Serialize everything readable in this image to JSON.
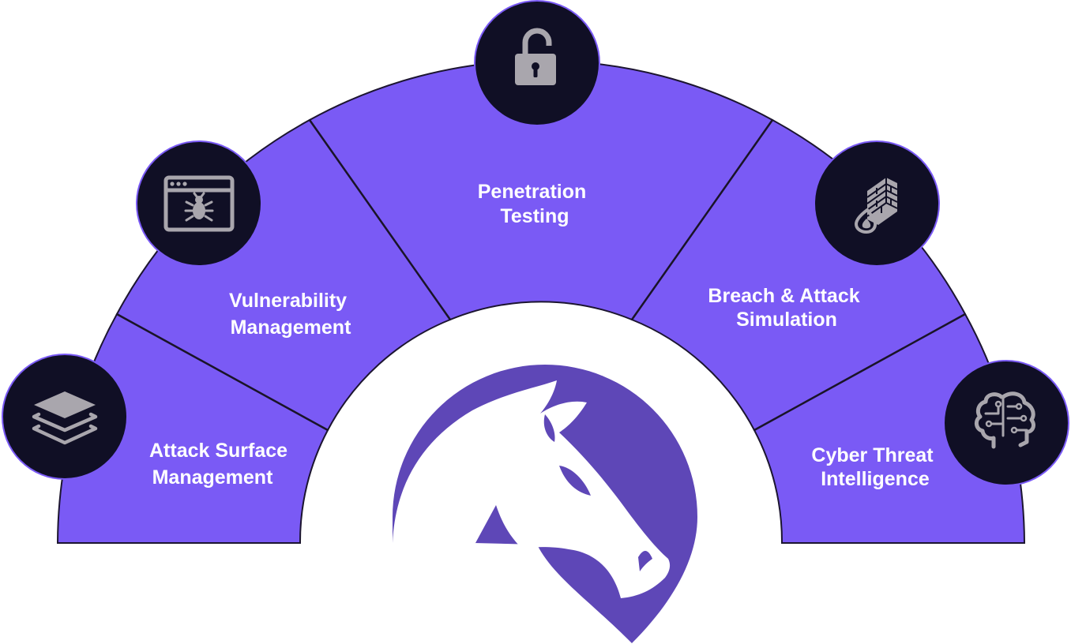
{
  "colors": {
    "segment": "#7a5af5",
    "segment_stroke": "#1c1530",
    "divider": "#1a1428",
    "icon_circle": "#100f25",
    "icon_ring": "#7a5af5",
    "icon_glyph": "#a9a6ad",
    "horse_shield": "#5e47b7",
    "horse": "#ffffff",
    "label": "#ffffff"
  },
  "segments": [
    {
      "id": "asm",
      "label_lines": [
        "Attack Surface",
        "Management"
      ],
      "icon": "layers-icon"
    },
    {
      "id": "vm",
      "label_lines": [
        "Vulnerability",
        "Management"
      ],
      "icon": "browser-bug-icon"
    },
    {
      "id": "pt",
      "label_lines": [
        "Penetration",
        "Testing"
      ],
      "icon": "unlocked-padlock-icon"
    },
    {
      "id": "bas",
      "label_lines": [
        "Breach & Attack",
        "Simulation"
      ],
      "icon": "firewall-fire-icon"
    },
    {
      "id": "cti",
      "label_lines": [
        "Cyber Threat",
        "Intelligence"
      ],
      "icon": "brain-circuit-icon"
    }
  ],
  "center_logo": "horse-head-logo"
}
